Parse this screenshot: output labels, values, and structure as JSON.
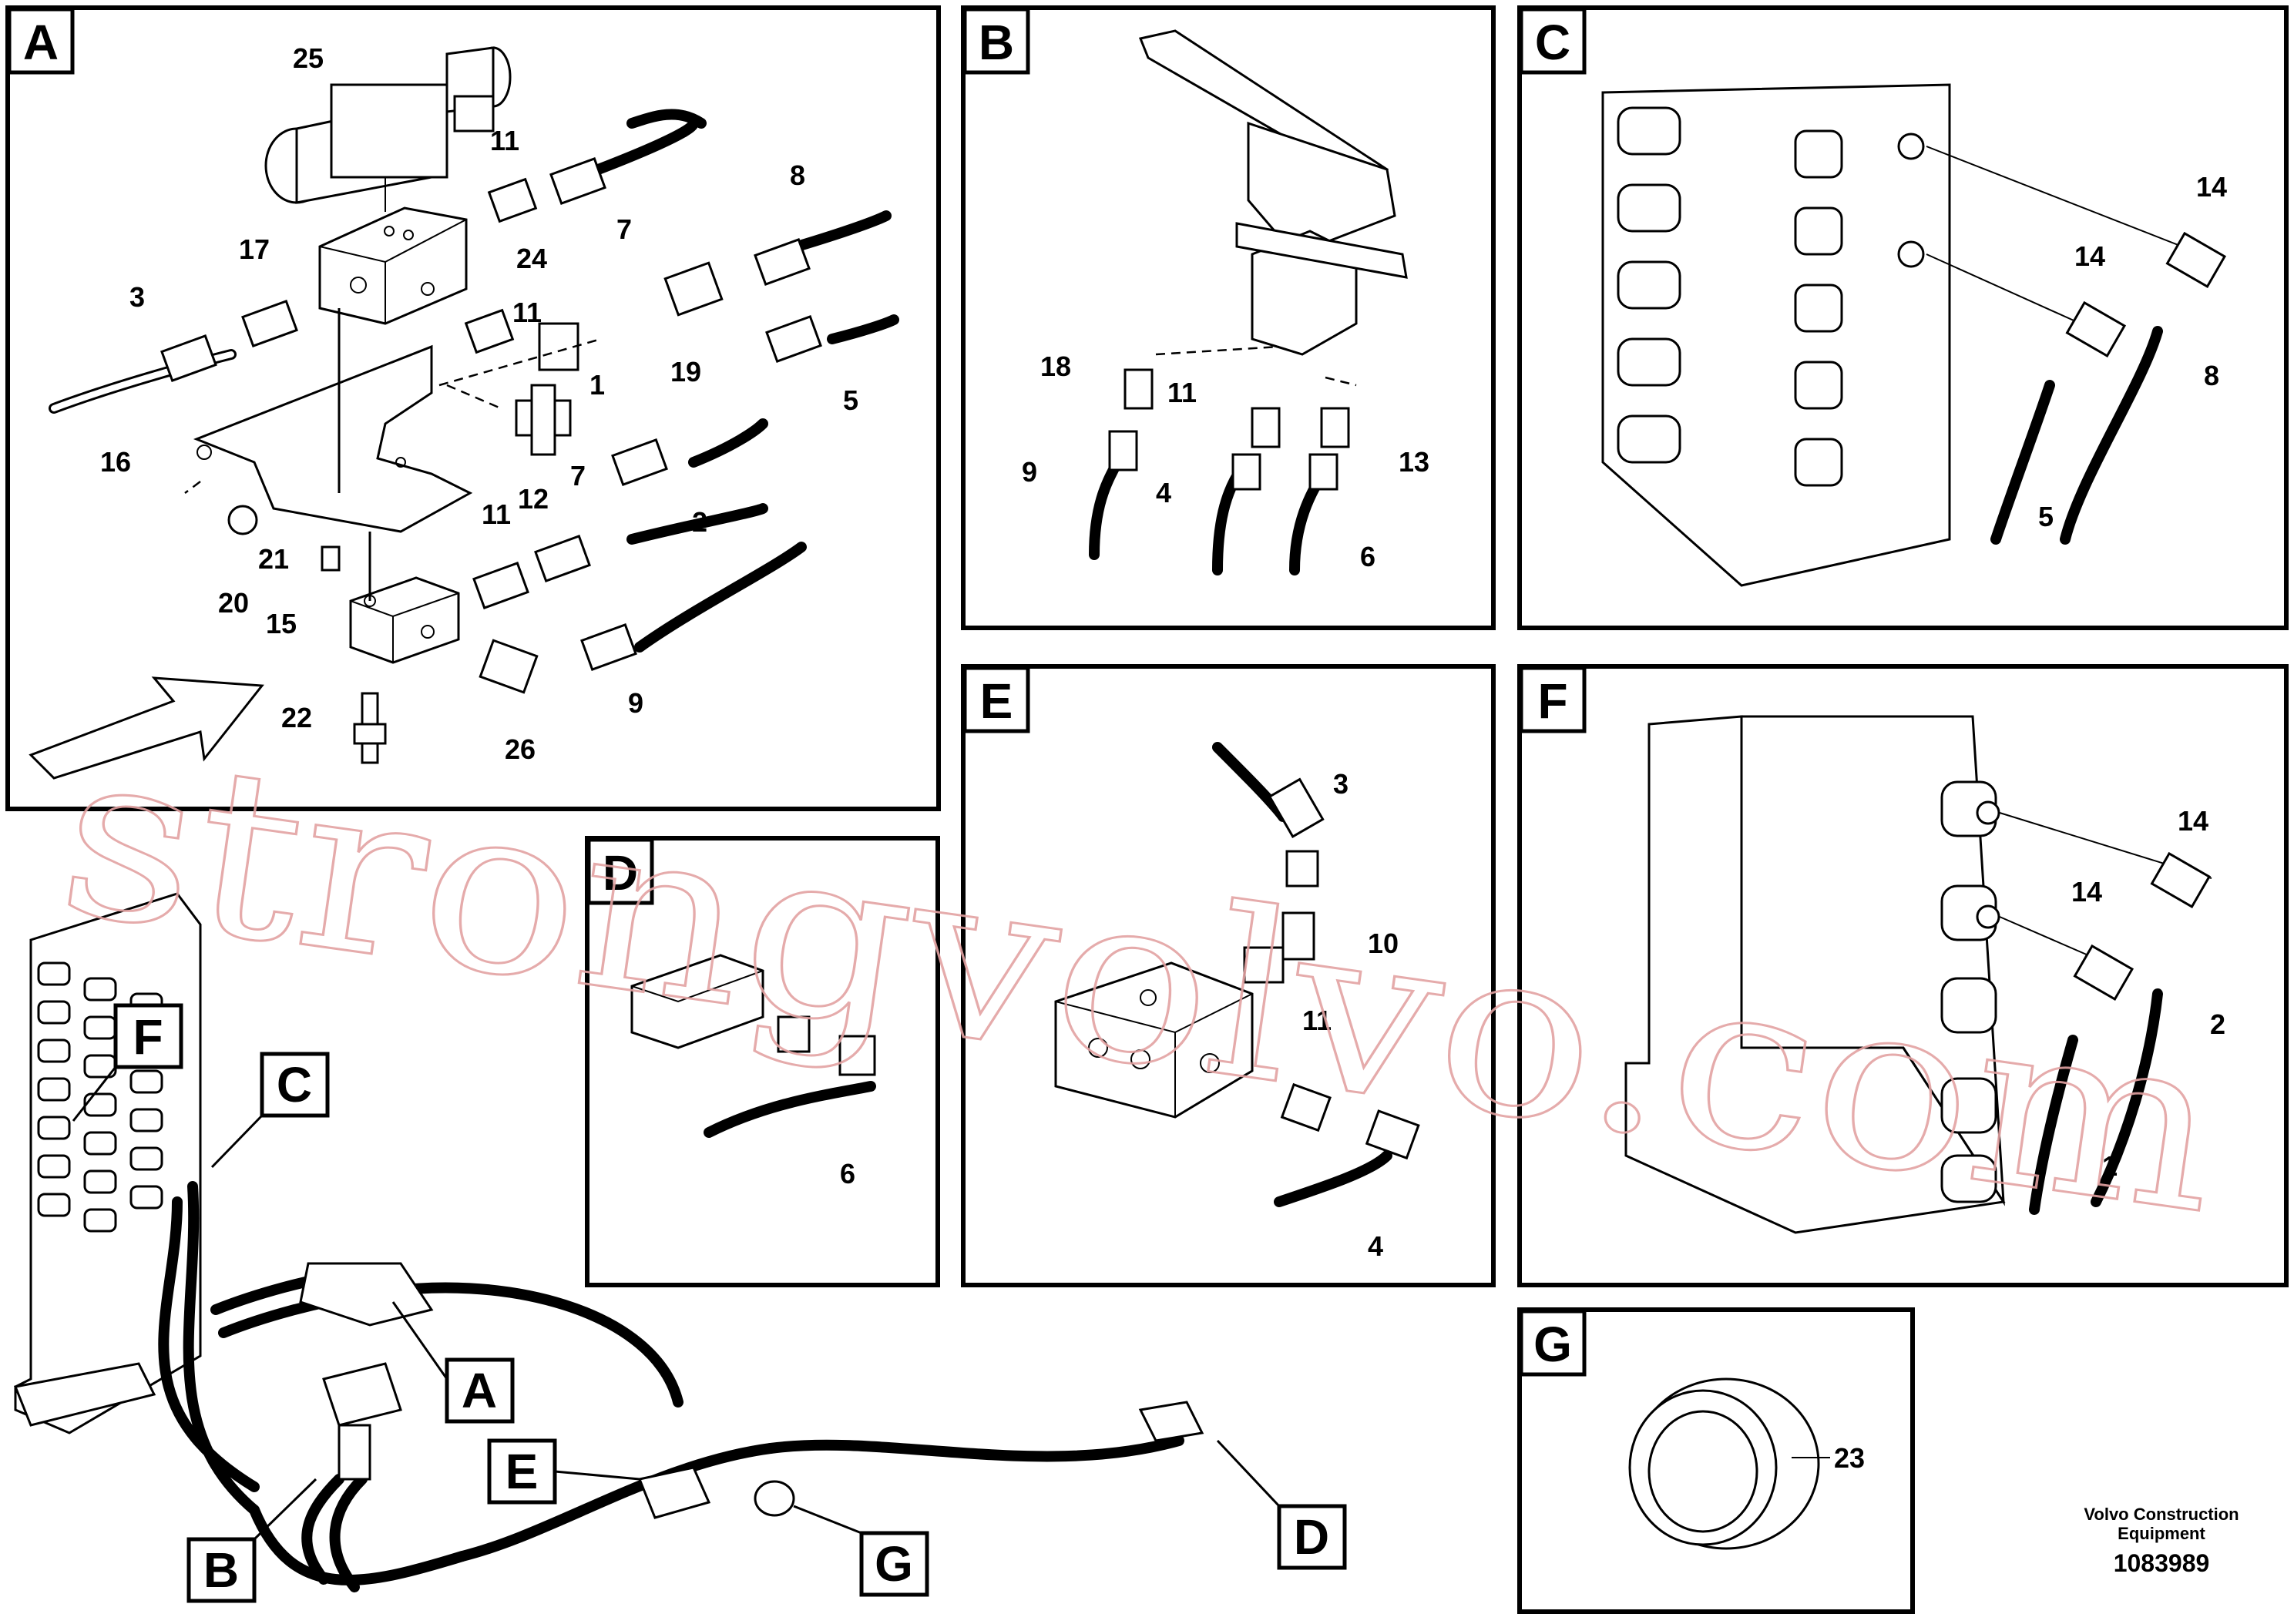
{
  "panels": {
    "A": {
      "tag": "A",
      "labels": [
        "25",
        "11",
        "7",
        "8",
        "17",
        "24",
        "3",
        "11",
        "1",
        "19",
        "5",
        "16",
        "12",
        "7",
        "2",
        "11",
        "21",
        "20",
        "15",
        "26",
        "9",
        "22"
      ]
    },
    "B": {
      "tag": "B",
      "labels": [
        "18",
        "11",
        "9",
        "4",
        "13",
        "6"
      ]
    },
    "C": {
      "tag": "C",
      "labels": [
        "14",
        "14",
        "8",
        "5"
      ]
    },
    "D": {
      "tag": "D",
      "labels": [
        "6"
      ]
    },
    "E": {
      "tag": "E",
      "labels": [
        "3",
        "10",
        "11",
        "4"
      ]
    },
    "F": {
      "tag": "F",
      "labels": [
        "14",
        "14",
        "2",
        "1"
      ]
    },
    "G": {
      "tag": "G",
      "labels": [
        "23"
      ]
    }
  },
  "overview": {
    "callouts": [
      "F",
      "C",
      "A",
      "B",
      "E",
      "G",
      "D"
    ]
  },
  "watermark": "strongvolvo.com",
  "footer": {
    "line1": "Volvo Construction",
    "line2": "Equipment",
    "doc_number": "1083989"
  }
}
